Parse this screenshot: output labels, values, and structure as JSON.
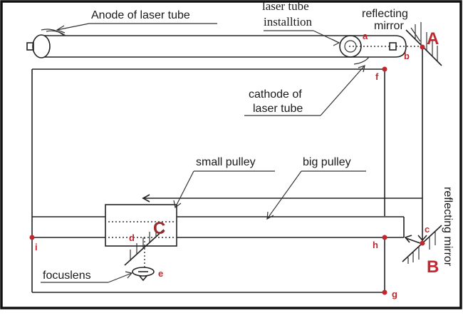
{
  "diagram": {
    "type": "laser engraver optical path schematic",
    "accent_color": "#c0282d",
    "labels": {
      "anode": "Anode of laser tube",
      "installation_line1": "laser tube",
      "installation_line2": "installtion",
      "reflecting_mirror_top_line1": "reflecting",
      "reflecting_mirror_top_line2": "mirror",
      "cathode_line1": "cathode of",
      "cathode_line2": "laser tube",
      "small_pulley": "small pulley",
      "big_pulley": "big pulley",
      "focus_lens": "focuslens",
      "reflecting_mirror_side": "reflecting mirror"
    },
    "mirrors": {
      "A": "A",
      "B": "B",
      "C": "C"
    },
    "points": {
      "a": "a",
      "b": "b",
      "c": "c",
      "d": "d",
      "e": "e",
      "f": "f",
      "g": "g",
      "h": "h",
      "i": "i"
    }
  }
}
